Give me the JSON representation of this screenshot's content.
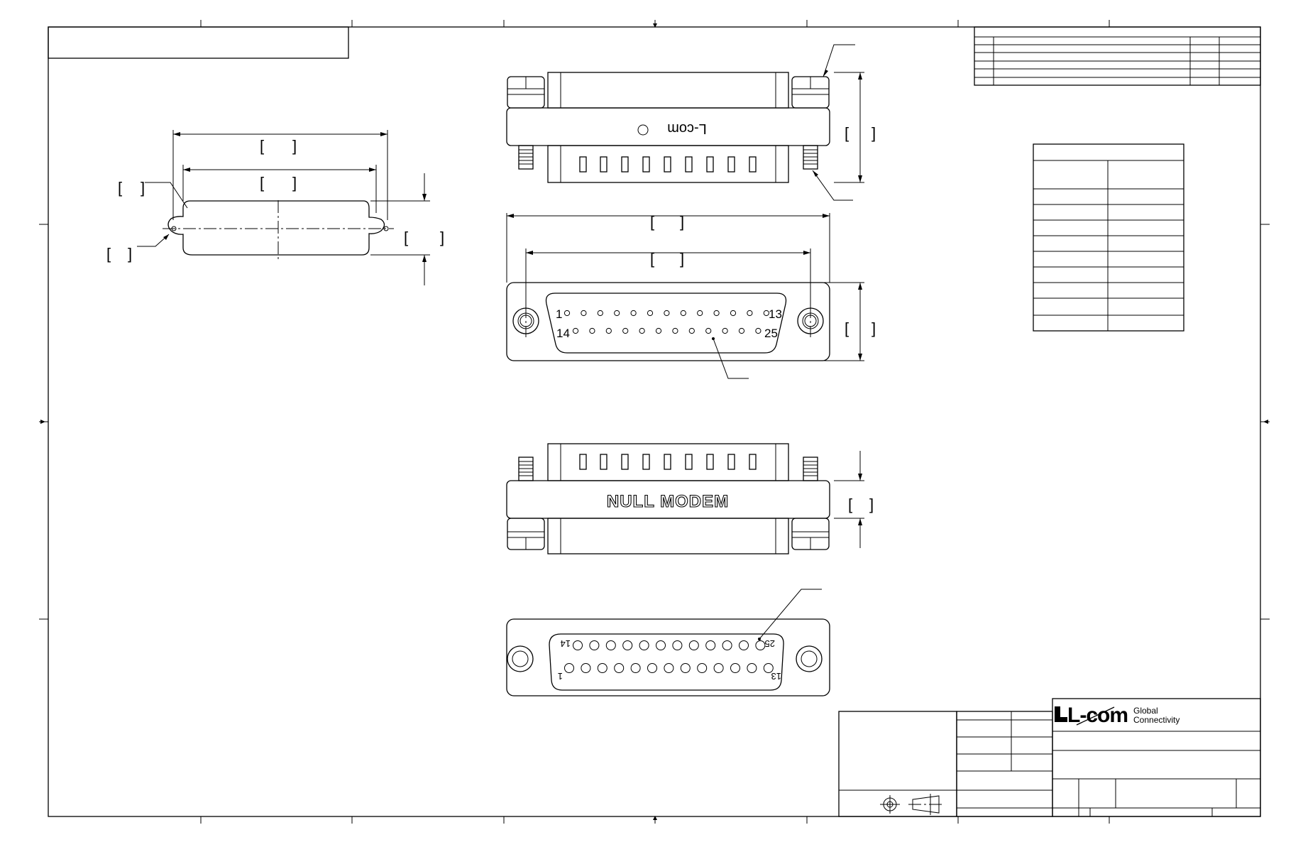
{
  "drawing": {
    "logo": {
      "brand": "L-com",
      "tagline_1": "Global",
      "tagline_2": "Connectivity"
    },
    "top_view": {
      "embossed_mark": "L-com",
      "embossed_mark_mirrored": true
    },
    "bottom_view": {
      "label": "NULL MODEM"
    },
    "pin_face_male": {
      "pin_labels": {
        "first": "1",
        "last_top": "13",
        "first_bottom": "14",
        "last": "25"
      },
      "top_row_pins": 13,
      "bottom_row_pins": 12
    },
    "pin_face_female": {
      "pin_labels": {
        "first": "14",
        "last_top": "25",
        "first_bottom": "1",
        "last": "13"
      },
      "mirrored": true
    },
    "dimension_bracket": {
      "open": "[",
      "close": "]"
    }
  }
}
